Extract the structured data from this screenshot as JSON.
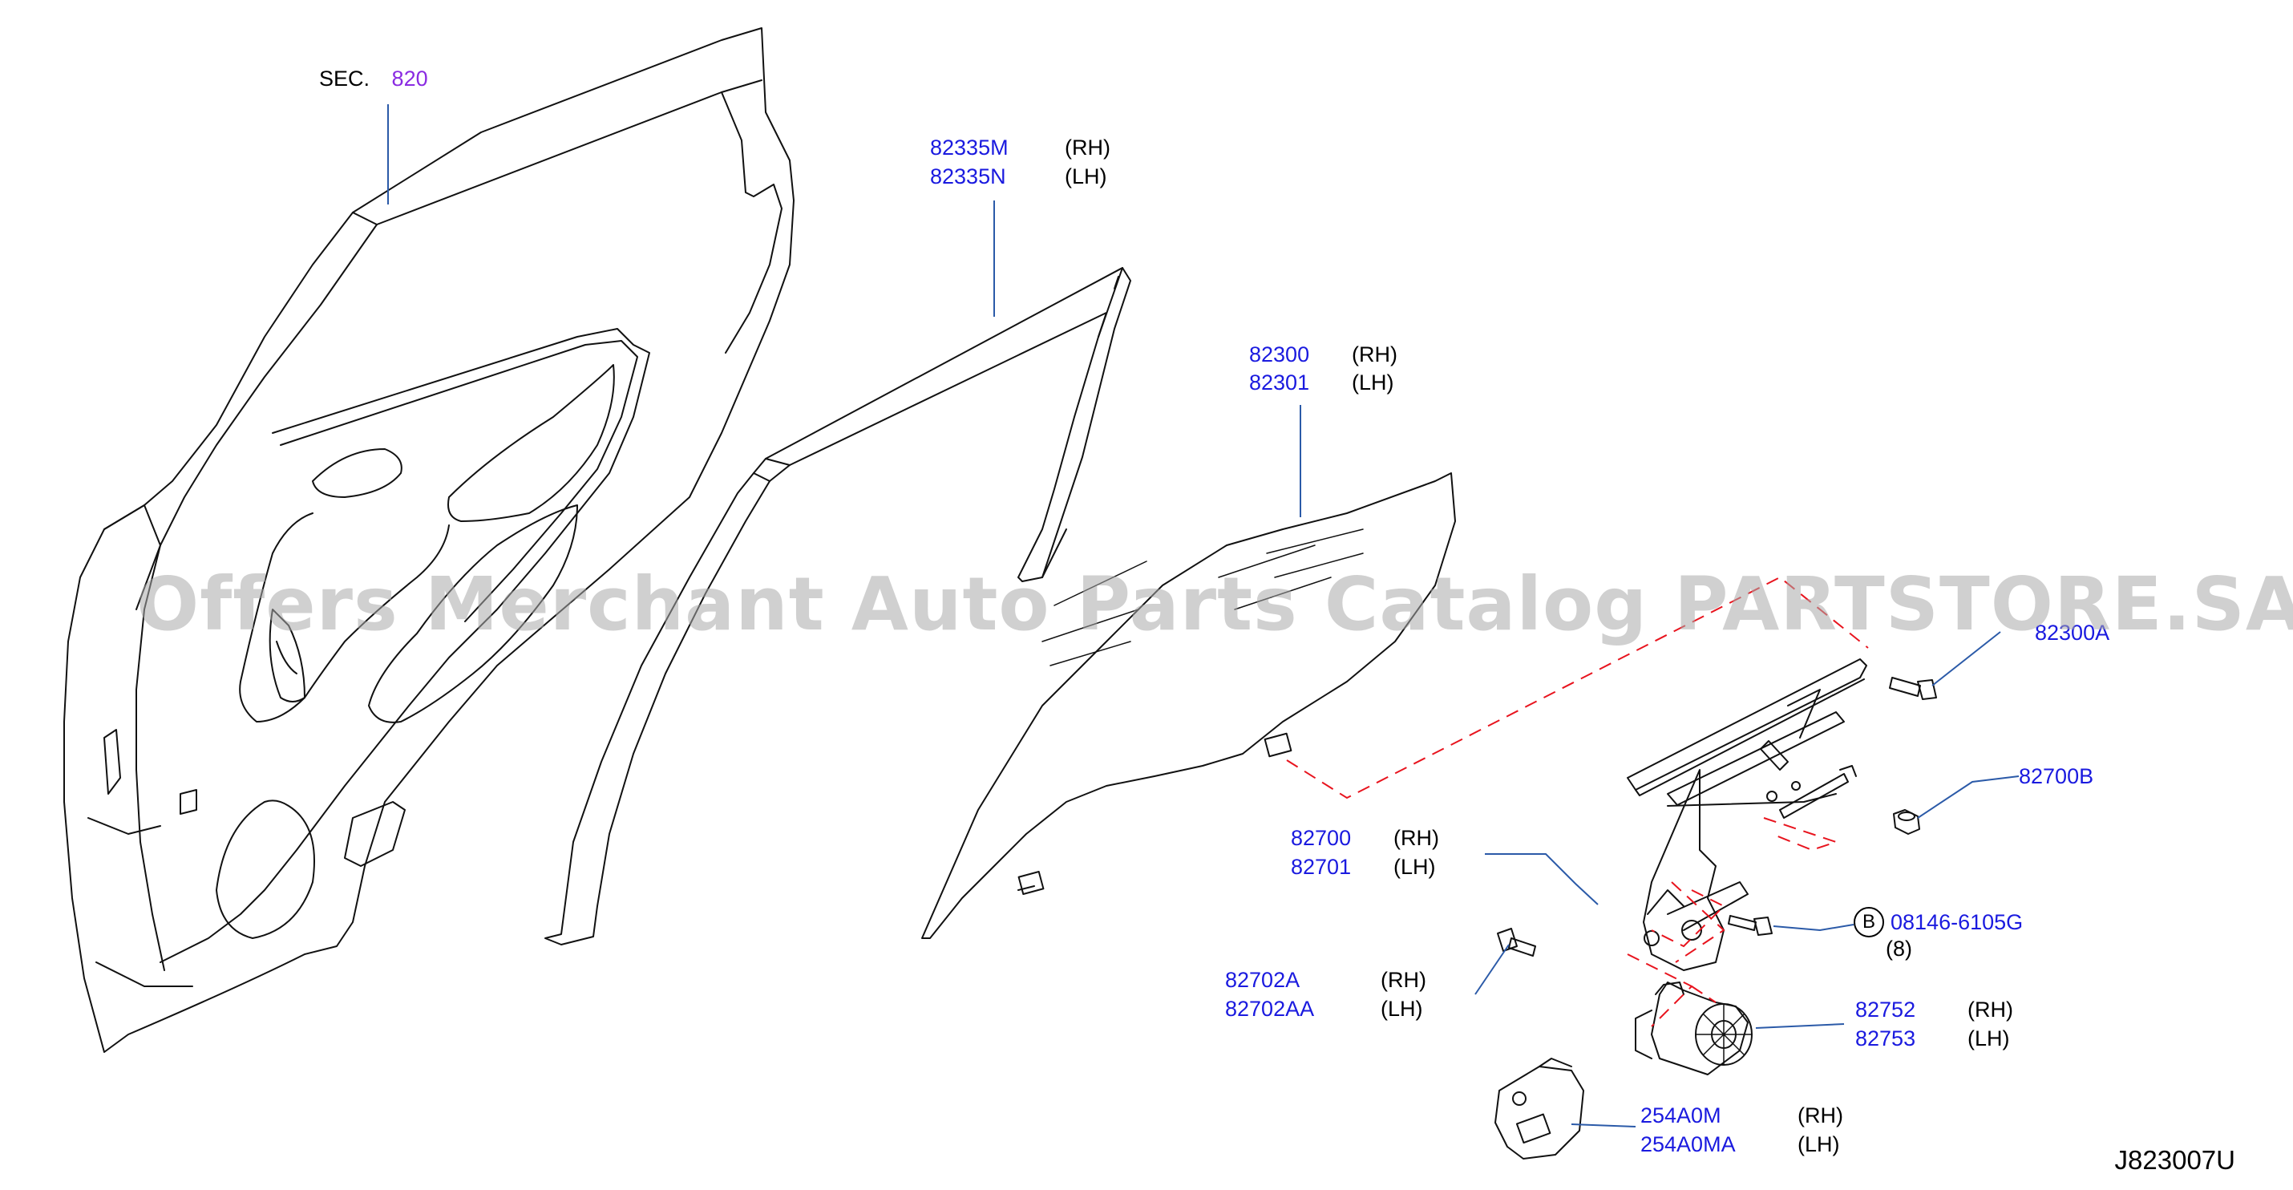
{
  "section": {
    "prefix": "SEC.",
    "number": "820"
  },
  "callouts": [
    {
      "id": "sash",
      "rh": "82335M",
      "rh_side": "(RH)",
      "lh": "82335N",
      "lh_side": "(LH)"
    },
    {
      "id": "glass",
      "rh": "82300",
      "rh_side": "(RH)",
      "lh": "82301",
      "lh_side": "(LH)"
    },
    {
      "id": "regulator",
      "rh": "82700",
      "rh_side": "(RH)",
      "lh": "82701",
      "lh_side": "(LH)"
    },
    {
      "id": "bolt",
      "rh": "82702A",
      "rh_side": "(RH)",
      "lh": "82702AA",
      "lh_side": "(LH)"
    },
    {
      "id": "motor",
      "rh": "82752",
      "rh_side": "(RH)",
      "lh": "82753",
      "lh_side": "(LH)"
    },
    {
      "id": "switch",
      "rh": "254A0M",
      "rh_side": "(RH)",
      "lh": "254A0MA",
      "lh_side": "(LH)"
    }
  ],
  "single_parts": {
    "bolt_glass": "82300A",
    "nut": "82700B",
    "screw_marker": "B",
    "screw": "08146-6105G",
    "screw_qty": "(8)"
  },
  "watermark": "Offers Merchant Auto Parts Catalog PARTSTORE.SA",
  "diagram_code": "J823007U",
  "colors": {
    "part_number": "#1a1adf",
    "section_number": "#8a2be2",
    "dash_line": "#e8141e",
    "leader": "#2b5aa8"
  }
}
